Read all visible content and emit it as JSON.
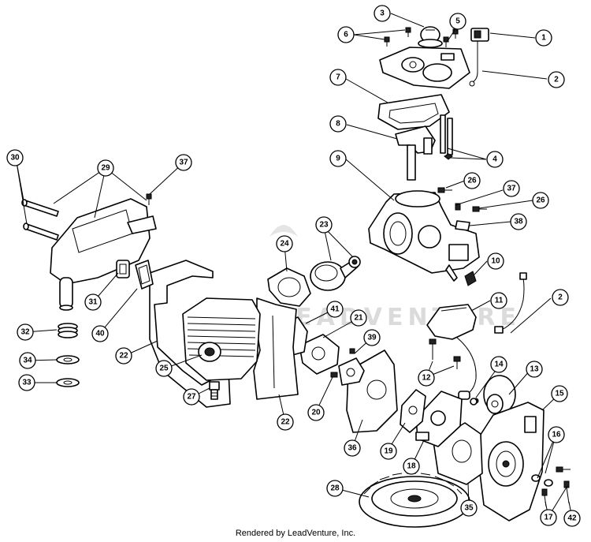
{
  "footer": "Rendered by LeadVenture, Inc.",
  "watermark": "LEADVENTURE",
  "callouts": [
    "1",
    "2",
    "2",
    "3",
    "4",
    "5",
    "6",
    "7",
    "8",
    "9",
    "10",
    "11",
    "12",
    "13",
    "14",
    "15",
    "16",
    "17",
    "18",
    "19",
    "20",
    "21",
    "22",
    "22",
    "23",
    "24",
    "25",
    "26",
    "26",
    "27",
    "28",
    "29",
    "30",
    "31",
    "32",
    "33",
    "34",
    "35",
    "36",
    "37",
    "37",
    "38",
    "39",
    "40",
    "41",
    "42"
  ]
}
